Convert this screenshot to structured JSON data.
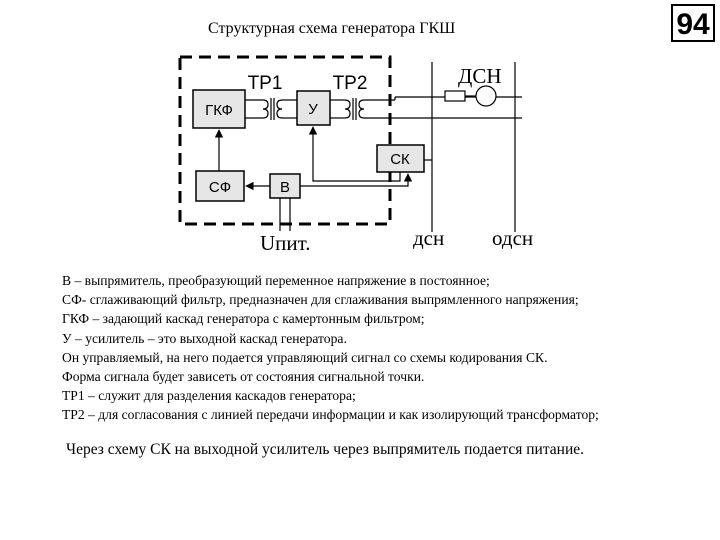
{
  "title": "Структурная схема генератора ГКШ",
  "slide_number": "94",
  "diagram": {
    "blocks": {
      "gkf": "ГКФ",
      "u": "У",
      "sf": "СФ",
      "v": "В",
      "sk": "СК"
    },
    "labels": {
      "tr1": "ТР1",
      "tr2": "ТР2",
      "dsn_top": "ДСН",
      "upit": "Uпит.",
      "dsn_bottom": "дсн",
      "odsn": "одсн"
    }
  },
  "legend": [
    "В – выпрямитель, преобразующий переменное напряжение в постоянное;",
    "СФ- сглаживающий фильтр, предназначен для сглаживания выпрямленного напряжения;",
    "ГКФ – задающий каскад генератора с камертонным фильтром;",
    "У – усилитель – это выходной каскад генератора.",
    "Он управляемый, на него подается  управляющий сигнал со схемы кодирования СК.",
    "Форма сигнала будет зависеть от состояния сигнальной точки.",
    "ТР1 – служит для разделения каскадов генератора;",
    "ТР2 – для согласования с линией передачи информации и как изолирующий трансформатор;"
  ],
  "note": "Через схему СК на выходной усилитель через выпрямитель подается питание."
}
